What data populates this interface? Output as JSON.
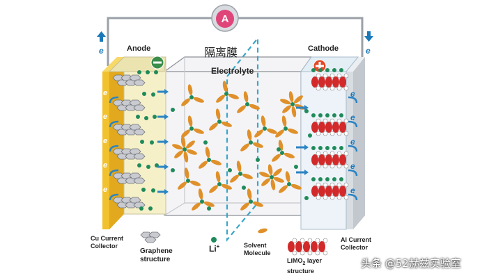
{
  "ammeter": {
    "label": "A",
    "color": "#e0457a"
  },
  "separator": {
    "label": "隔离膜",
    "color": "#3aa6c8"
  },
  "electrolyte": {
    "label": "Electrolyte"
  },
  "anode": {
    "label": "Anode",
    "sign": "−",
    "collector_label": [
      "Cu Current",
      "Collector"
    ],
    "electron_symbol": "e",
    "collector_color": "#f2c12e"
  },
  "cathode": {
    "label": "Cathode",
    "sign": "+",
    "collector_label": [
      "Al Current",
      "Collector"
    ],
    "electron_symbol": "e",
    "collector_color": "#d8dde2"
  },
  "legend": {
    "li_ion": {
      "label": "Li",
      "superscript": "+",
      "color": "#1f8a5a"
    },
    "solvent": {
      "label": [
        "Solvent",
        "Molecule"
      ],
      "color": "#e0902a"
    },
    "graphene": {
      "label": [
        "Graphene",
        "structure"
      ]
    },
    "limo2": {
      "label_main": "LiMO",
      "label_sub": "2",
      "label_tail": " layer",
      "label_line2": "structure",
      "color": "#d22a2a"
    }
  },
  "watermark": "头条 @52赫兹实验室"
}
